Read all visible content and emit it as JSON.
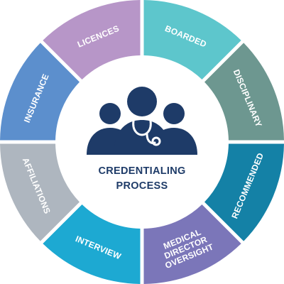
{
  "center": {
    "title_line1": "CREDENTIALING",
    "title_line2": "PROCESS",
    "icon": "medical-team-icon",
    "text_color": "#1e3b68",
    "icon_color": "#1e3b68"
  },
  "segments": [
    {
      "label_lines": [
        "BOARDED"
      ],
      "color": "#5dc6cc"
    },
    {
      "label_lines": [
        "DISCIPLINARY"
      ],
      "color": "#6d9790"
    },
    {
      "label_lines": [
        "RECOMMENDED"
      ],
      "color": "#1481a6"
    },
    {
      "label_lines": [
        "MEDICAL",
        "DIRECTOR",
        "OVERSIGHT"
      ],
      "color": "#7b76b9"
    },
    {
      "label_lines": [
        "INTERVIEW"
      ],
      "color": "#1da9d2"
    },
    {
      "label_lines": [
        "AFFILIATIONS"
      ],
      "color": "#aeb6bf"
    },
    {
      "label_lines": [
        "INSURANCE"
      ],
      "color": "#5c8fcd"
    },
    {
      "label_lines": [
        "LICENCES"
      ],
      "color": "#b796c8"
    }
  ]
}
